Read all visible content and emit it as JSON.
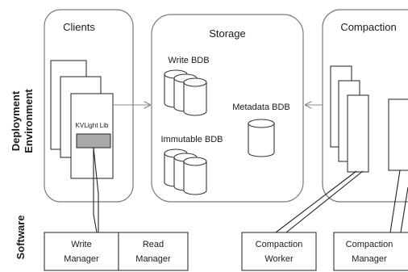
{
  "side_labels": {
    "deployment_line1": "Deployment",
    "deployment_line2": "Environment",
    "software": "Software"
  },
  "panels": {
    "clients": "Clients",
    "storage": "Storage",
    "compaction": "Compaction"
  },
  "client_lib_label": "KVLight Lib",
  "storage_labels": {
    "write": "Write BDB",
    "immutable": "Immutable BDB",
    "metadata": "Metadata BDB"
  },
  "software_boxes": {
    "write_manager": [
      "Write",
      "Manager"
    ],
    "read_manager": [
      "Read",
      "Manager"
    ],
    "compaction_worker": [
      "Compaction",
      "Worker"
    ],
    "compaction_manager": [
      "Compaction",
      "Manager"
    ]
  }
}
